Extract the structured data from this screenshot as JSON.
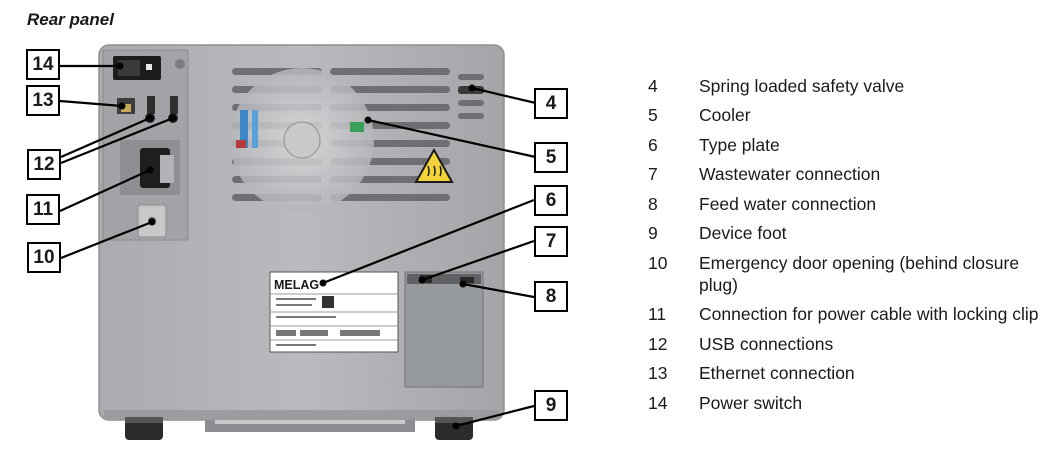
{
  "title": "Rear panel",
  "illustration": {
    "plate_brand": "MELAG",
    "callouts": [
      "14",
      "13",
      "12",
      "11",
      "10",
      "4",
      "5",
      "6",
      "7",
      "8",
      "9"
    ]
  },
  "legend": [
    {
      "num": "4",
      "text": "Spring loaded safety valve"
    },
    {
      "num": "5",
      "text": "Cooler"
    },
    {
      "num": "6",
      "text": "Type plate"
    },
    {
      "num": "7",
      "text": "Wastewater connection"
    },
    {
      "num": "8",
      "text": "Feed water connection"
    },
    {
      "num": "9",
      "text": "Device foot"
    },
    {
      "num": "10",
      "text": "Emergency door opening (behind closure plug)"
    },
    {
      "num": "11",
      "text": "Connection for power cable with locking clip"
    },
    {
      "num": "12",
      "text": "USB connections"
    },
    {
      "num": "13",
      "text": "Ethernet connection"
    },
    {
      "num": "14",
      "text": "Power switch"
    }
  ]
}
